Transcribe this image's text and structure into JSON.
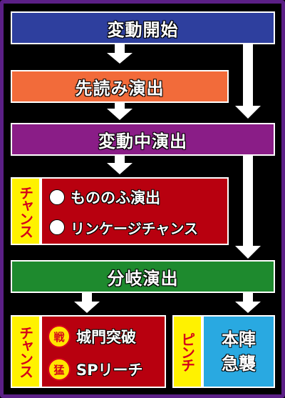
{
  "boxes": {
    "start": "変動開始",
    "preview": "先読み演出",
    "during": "変動中演出",
    "branch": "分岐演出"
  },
  "chance_top": {
    "tab": "チャンス",
    "items": [
      "もののふ演出",
      "リンケージチャンス"
    ]
  },
  "chance_bottom": {
    "tab": "チャンス",
    "items": [
      {
        "badge": "戦",
        "label": "城門突破"
      },
      {
        "badge": "猛",
        "label": "SPリーチ"
      }
    ]
  },
  "pinch": {
    "tab": "ピンチ",
    "lines": [
      "本陣",
      "急襲"
    ]
  },
  "colors": {
    "border": "#5b1f86",
    "start": "#2e3f9e",
    "preview": "#f26b3a",
    "during": "#8a1d87",
    "branch": "#1e8a2e",
    "chance_panel": "#b8000f",
    "tab": "#fff200",
    "pinch_panel": "#29a9e1"
  }
}
